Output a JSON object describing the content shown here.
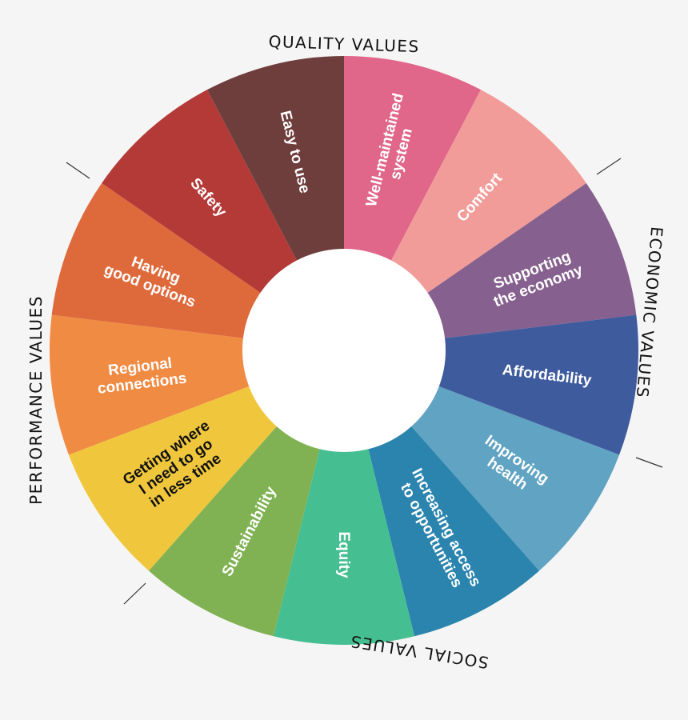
{
  "segments": [
    {
      "name": "well-maintained-system",
      "lines": [
        "Well-maintained",
        "system"
      ],
      "color": "#e0668a",
      "text_color": "#ffffff"
    },
    {
      "name": "comfort",
      "lines": [
        "Comfort"
      ],
      "color": "#f19c98",
      "text_color": "#ffffff"
    },
    {
      "name": "supporting-the-economy",
      "lines": [
        "Supporting",
        "the economy"
      ],
      "color": "#86608e",
      "text_color": "#ffffff"
    },
    {
      "name": "affordability",
      "lines": [
        "Affordability"
      ],
      "color": "#3e5b9e",
      "text_color": "#ffffff"
    },
    {
      "name": "improving-health",
      "lines": [
        "Improving",
        "health"
      ],
      "color": "#60a3c2",
      "text_color": "#ffffff"
    },
    {
      "name": "increasing-access",
      "lines": [
        "Increasing access",
        "to opportunities"
      ],
      "color": "#2a84ad",
      "text_color": "#ffffff"
    },
    {
      "name": "equity",
      "lines": [
        "Equity"
      ],
      "color": "#45be92",
      "text_color": "#ffffff"
    },
    {
      "name": "sustainability",
      "lines": [
        "Sustainability"
      ],
      "color": "#80b253",
      "text_color": "#ffffff"
    },
    {
      "name": "getting-where-i-need",
      "lines": [
        "Getting where",
        "I need to go",
        "in less time"
      ],
      "color": "#f0c73c",
      "text_color": "#111111"
    },
    {
      "name": "regional-connections",
      "lines": [
        "Regional",
        "connections"
      ],
      "color": "#f08b44",
      "text_color": "#ffffff"
    },
    {
      "name": "having-good-options",
      "lines": [
        "Having",
        "good options"
      ],
      "color": "#de6a3c",
      "text_color": "#ffffff"
    },
    {
      "name": "safety",
      "lines": [
        "Safety"
      ],
      "color": "#b43a38",
      "text_color": "#ffffff"
    },
    {
      "name": "easy-to-use",
      "lines": [
        "Easy to use"
      ],
      "color": "#6e3e3d",
      "text_color": "#ffffff"
    }
  ],
  "groups": [
    {
      "name": "quality-values",
      "label": "QUALITY VALUES"
    },
    {
      "name": "economic-values",
      "label": "ECONOMIC VALUES"
    },
    {
      "name": "social-values",
      "label": "SOCIAL VALUES"
    },
    {
      "name": "performance-values",
      "label": "PERFORMANCE VALUES"
    }
  ],
  "background": "#f5f5f5",
  "hub_color": "#ffffff"
}
